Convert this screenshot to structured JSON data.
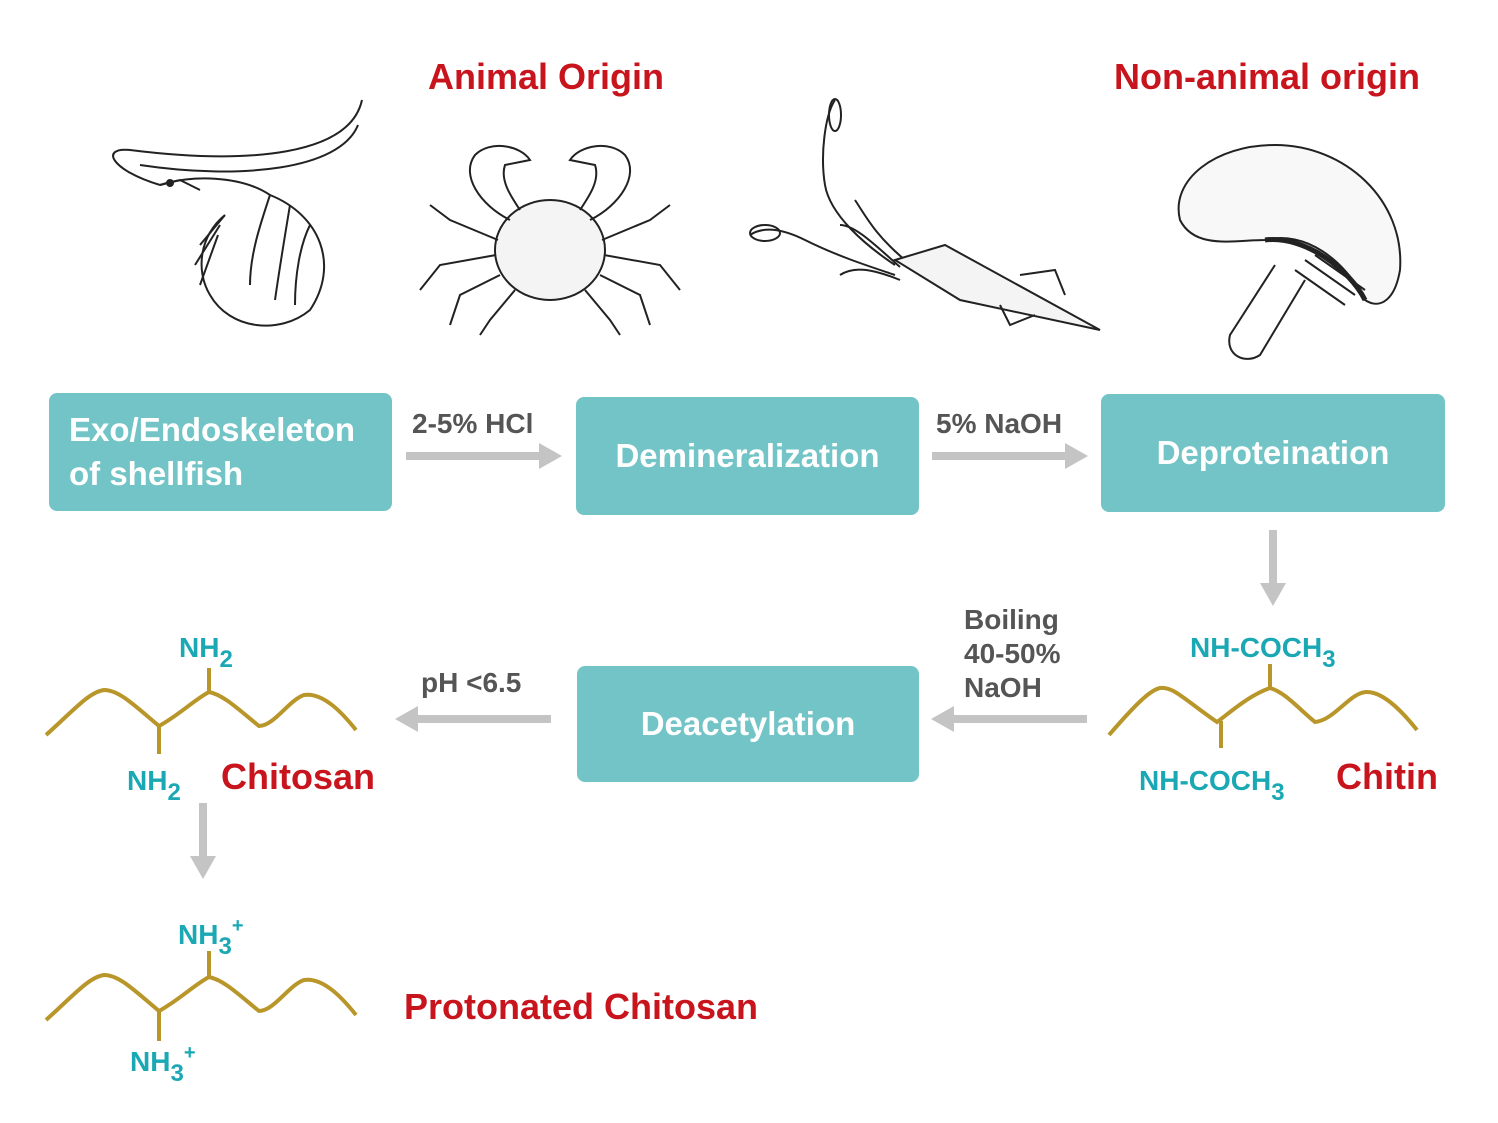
{
  "headings": {
    "animal_origin": "Animal Origin",
    "non_animal_origin": "Non-animal origin"
  },
  "illustrations": [
    {
      "name": "shrimp",
      "icon": "shrimp-icon"
    },
    {
      "name": "crab",
      "icon": "crab-icon"
    },
    {
      "name": "squid",
      "icon": "squid-icon"
    },
    {
      "name": "mushroom",
      "icon": "mushroom-icon"
    }
  ],
  "steps": {
    "source_line1": "Exo/Endoskeleton",
    "source_line2": "of shellfish",
    "demineralization": "Demineralization",
    "deproteination": "Deproteination",
    "deacetylation": "Deacetylation"
  },
  "conditions": {
    "hcl": "2-5% HCl",
    "naoh": "5% NaOH",
    "boiling_line1": "Boiling",
    "boiling_line2": "40-50%",
    "boiling_line3": "NaOH",
    "ph": "pH <6.5"
  },
  "molecules": {
    "chitin": {
      "label": "Chitin",
      "group_main": "NH-COCH",
      "group_sub": "3"
    },
    "chitosan": {
      "label": "Chitosan",
      "group_main": "NH",
      "group_sub": "2"
    },
    "protonated": {
      "label": "Protonated Chitosan",
      "group_main": "NH",
      "group_sub": "3",
      "group_sup": "+"
    }
  },
  "colors": {
    "accent_red": "#c8141c",
    "box_teal": "#72c4c6",
    "chem_teal": "#1aa8b4",
    "chain_gold": "#b8962a",
    "arrow_gray": "#c4c4c4",
    "condition_gray": "#555555"
  }
}
